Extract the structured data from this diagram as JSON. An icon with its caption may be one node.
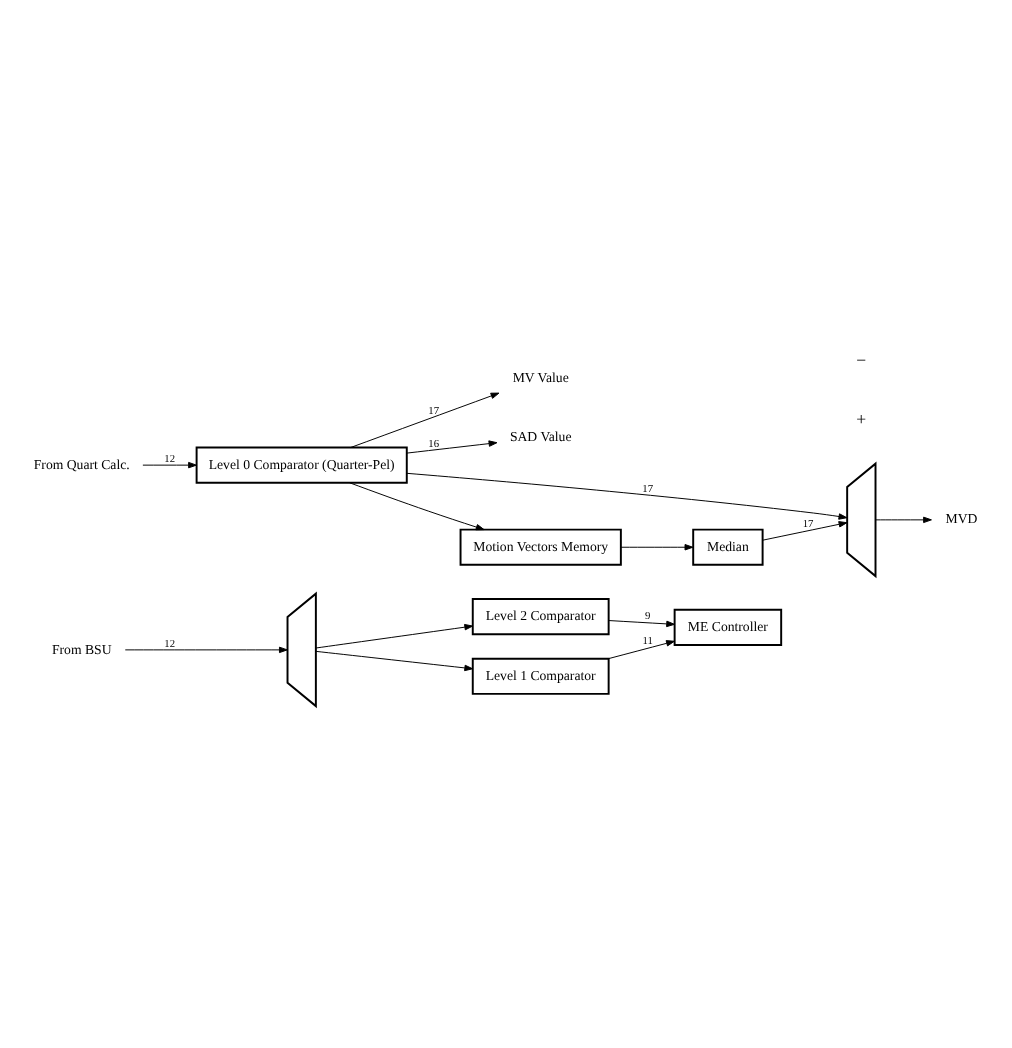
{
  "diagram": {
    "nodes": [
      {
        "text": [
          "ME Controller"
        ]
      },
      {
        "text": [
          "From BSU"
        ]
      },
      {
        "text": [],
        "shape": "trapezoid"
      },
      {
        "text": [
          "Level 2 Comparator"
        ]
      },
      {
        "text": [
          "Level 1 Comparator"
        ]
      },
      {
        "text": [
          "From Quart Calc."
        ]
      },
      {
        "text": [
          "Level 0 Comparator (Quarter-Pel)"
        ]
      },
      {
        "text": [
          "MV Value"
        ]
      },
      {
        "text": [
          "SAD Value"
        ]
      },
      {
        "text": [],
        "shape": "trapezoid"
      },
      {
        "text": [
          "MVD"
        ]
      },
      {
        "text": [
          "Motion Vectors Memory"
        ]
      },
      {
        "text": [
          "Median"
        ]
      }
    ],
    "edges": [
      {
        "from": 1,
        "to": 2,
        "arrow": "to",
        "label": "12"
      },
      {
        "from": 2,
        "to": 3,
        "arrow": "to"
      },
      {
        "from": 2,
        "to": 4,
        "arrow": "to"
      },
      {
        "from": 3,
        "to": 0,
        "arrow": "to",
        "label": "9"
      },
      {
        "from": 4,
        "to": 0,
        "arrow": "to",
        "label": "11"
      },
      {
        "from": 5,
        "to": 6,
        "arrow": "to",
        "label": "12"
      },
      {
        "from": 6,
        "to": 7,
        "arrow": "to",
        "label": "17"
      },
      {
        "from": 6,
        "to": 8,
        "arrow": "to",
        "label": "16"
      },
      {
        "from": 6,
        "to": 9,
        "arrow": "to",
        "label": "17"
      },
      {
        "from": 6,
        "to": 11,
        "arrow": "to"
      },
      {
        "from": 11,
        "to": 12,
        "arrow": "to"
      },
      {
        "from": 12,
        "to": 9,
        "arrow": "to",
        "label": "17"
      },
      {
        "from": 9,
        "to": 10,
        "arrow": "to"
      }
    ],
    "labels": [
      "+",
      "−"
    ]
  }
}
